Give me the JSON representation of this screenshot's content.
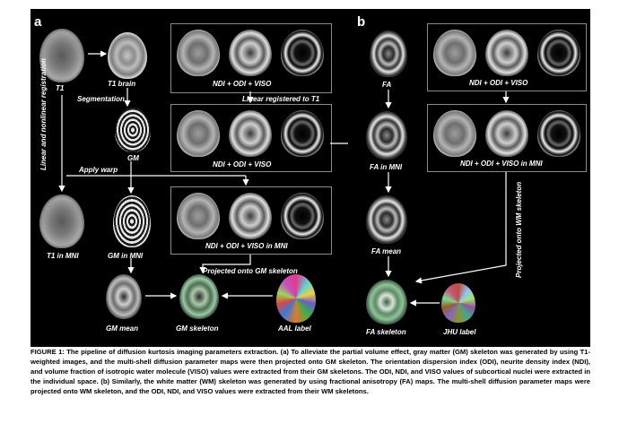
{
  "panels": {
    "a": "a",
    "b": "b"
  },
  "labels": {
    "t1": "T1",
    "t1_brain": "T1 brain",
    "segmentation": "Segmentation",
    "gm": "GM",
    "linear_nonlinear": "Linear and nonlinear registration",
    "apply_warp": "Apply warp",
    "t1_mni": "T1 in MNI",
    "gm_mni": "GM in MNI",
    "gm_mean": "GM mean",
    "gm_skeleton": "GM skeleton",
    "aal_label": "AAL label",
    "ndi_odi_viso_1": "NDI + ODI + VISO",
    "linear_reg_t1": "Linear registered to T1",
    "ndi_odi_viso_2": "NDI + ODI + VISO",
    "ndi_odi_viso_mni_a": "NDI + ODI + VISO in MNI",
    "projected_gm": "Projected onto GM skeleton",
    "fa": "FA",
    "fa_mni": "FA in MNI",
    "fa_mean": "FA mean",
    "fa_skeleton": "FA skeleton",
    "jhu_label": "JHU label",
    "ndi_odi_viso_b": "NDI + ODI + VISO",
    "ndi_odi_viso_mni_b": "NDI + ODI + VISO in MNI",
    "projected_wm": "Projected onto WM skeleton"
  },
  "caption": "FIGURE 1: The pipeline of diffusion kurtosis imaging parameters extraction. (a) To alleviate the partial volume effect, gray matter (GM) skeleton was generated by using T1-weighted images, and the multi-shell diffusion parameter maps were then projected onto GM skeleton. The orientation dispersion index (ODI), neurite density index (NDI), and volume fraction of isotropic water molecule (VISO) values were extracted from their GM skeletons. The ODI, NDI, and VISO values of subcortical nuclei were extracted in the individual space. (b) Similarly, the white matter (WM) skeleton was generated by using fractional anisotropy (FA) maps. The multi-shell diffusion parameter maps were projected onto WM skeleton, and the ODI, NDI, and VISO values were extracted from their WM skeletons."
}
